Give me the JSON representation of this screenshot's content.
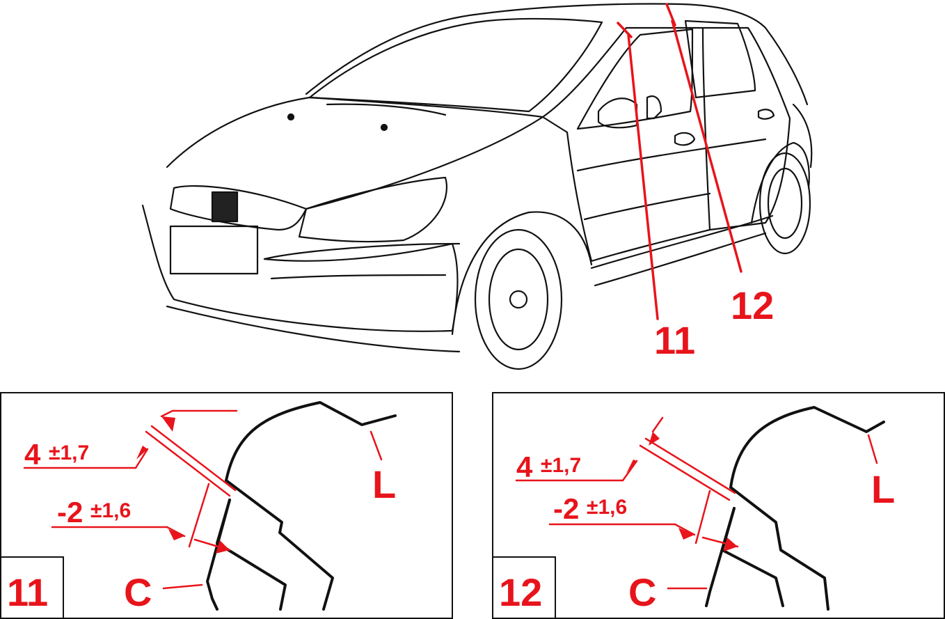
{
  "figure": {
    "callouts": [
      "11",
      "12"
    ],
    "panel_left": {
      "id": "11",
      "dim_a_main": "4",
      "dim_a_tol": "±1,7",
      "dim_b_main": "-2",
      "dim_b_tol": "±1,6",
      "label_l": "L",
      "label_c": "C"
    },
    "panel_right": {
      "id": "12",
      "dim_a_main": "4",
      "dim_a_tol": "±1,7",
      "dim_b_main": "-2",
      "dim_b_tol": "±1,6",
      "label_l": "L",
      "label_c": "C"
    }
  },
  "colors": {
    "accent": "#e8141b",
    "ink": "#111111",
    "background": "#ffffff"
  }
}
